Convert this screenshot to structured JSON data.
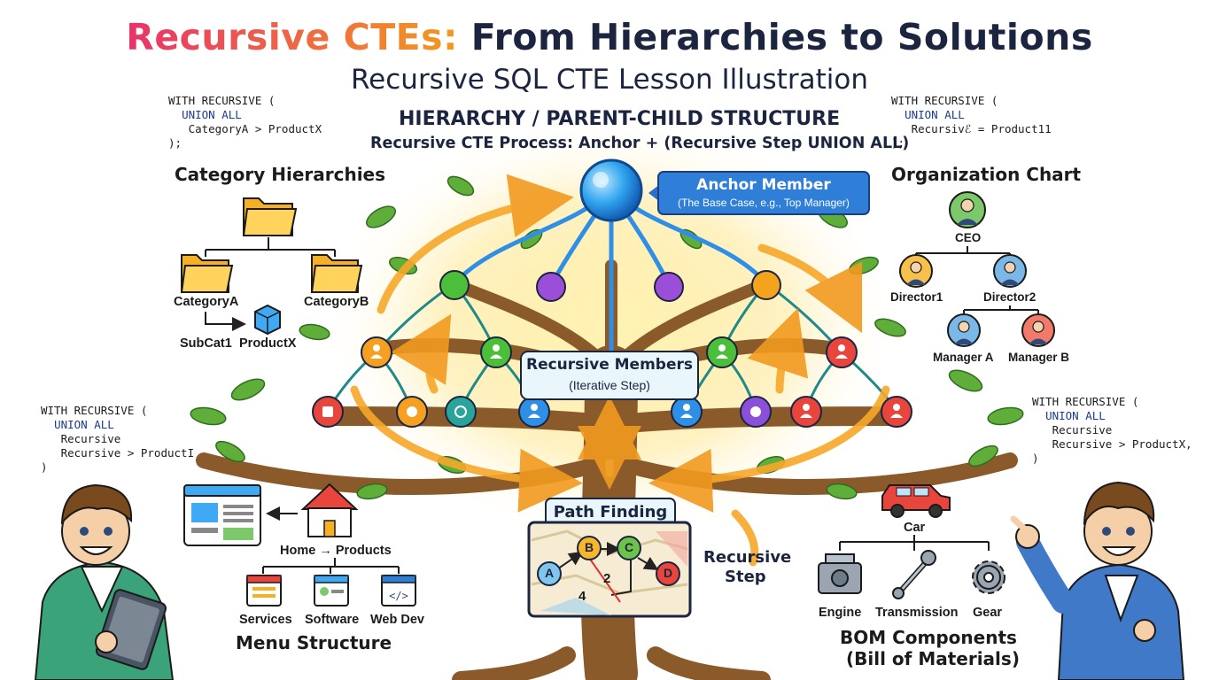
{
  "title": {
    "part1": "Recursive CTEs:",
    "part2": "From Hierarchies to Solutions"
  },
  "subtitle": "Recursive SQL CTE Lesson Illustration",
  "header": {
    "structure": "HIERARCHY / PARENT-CHILD STRUCTURE",
    "process": "Recursive CTE Process: Anchor + (Recursive Step UNION ALL)"
  },
  "code_snippets": {
    "top_left": [
      "WITH RECURSIVE (",
      "UNION ALL",
      "CategoryA > ProductX",
      ");"
    ],
    "top_right": [
      "WITH RECURSIVE (",
      "UNION ALL",
      "Recursivℰ = Product11",
      ");"
    ],
    "mid_left": [
      "WITH RECURSIVE (",
      "UNION ALL",
      "Recursive",
      "Recursive > ProductI",
      ")"
    ],
    "mid_right": [
      "WITH RECURSIVE (",
      "UNION ALL",
      "Recursive",
      "Recursive > ProductX,",
      ")"
    ]
  },
  "category": {
    "title": "Category Hierarchies",
    "category_a": "CategoryA",
    "category_b": "CategoryB",
    "subcat": "SubCat1",
    "product": "ProductX"
  },
  "org": {
    "title": "Organization Chart",
    "ceo": "CEO",
    "director1": "Director1",
    "director2": "Director2",
    "manager_a": "Manager A",
    "manager_b": "Manager B"
  },
  "tree": {
    "anchor_title": "Anchor Member",
    "anchor_sub": "(The Base Case, e.g., Top Manager)",
    "recursive_title": "Recursive Members",
    "recursive_sub": "(Iterative Step)",
    "path_title": "Path Finding",
    "step_line1": "Recursive",
    "step_line2": "Step"
  },
  "path_nodes": {
    "a": "A",
    "b": "B",
    "c": "C",
    "d": "D",
    "w1": "2",
    "w2": "4"
  },
  "menu": {
    "title": "Menu Structure",
    "home_products": "Home → Products",
    "services": "Services",
    "software": "Software",
    "webdev": "Web Dev"
  },
  "bom": {
    "title_line1": "BOM Components",
    "title_line2": "(Bill of Materials)",
    "car": "Car",
    "engine": "Engine",
    "transmission": "Transmission",
    "gear": "Gear"
  },
  "colors": {
    "title_pink": "#e8336a",
    "title_orange": "#f29a1f",
    "navy": "#1b2540",
    "trunk": "#8b5a2b",
    "anchor_blue": "#2f8fe6",
    "leaf_green": "#5fae3a",
    "arrow_orange": "#f7a82a"
  }
}
